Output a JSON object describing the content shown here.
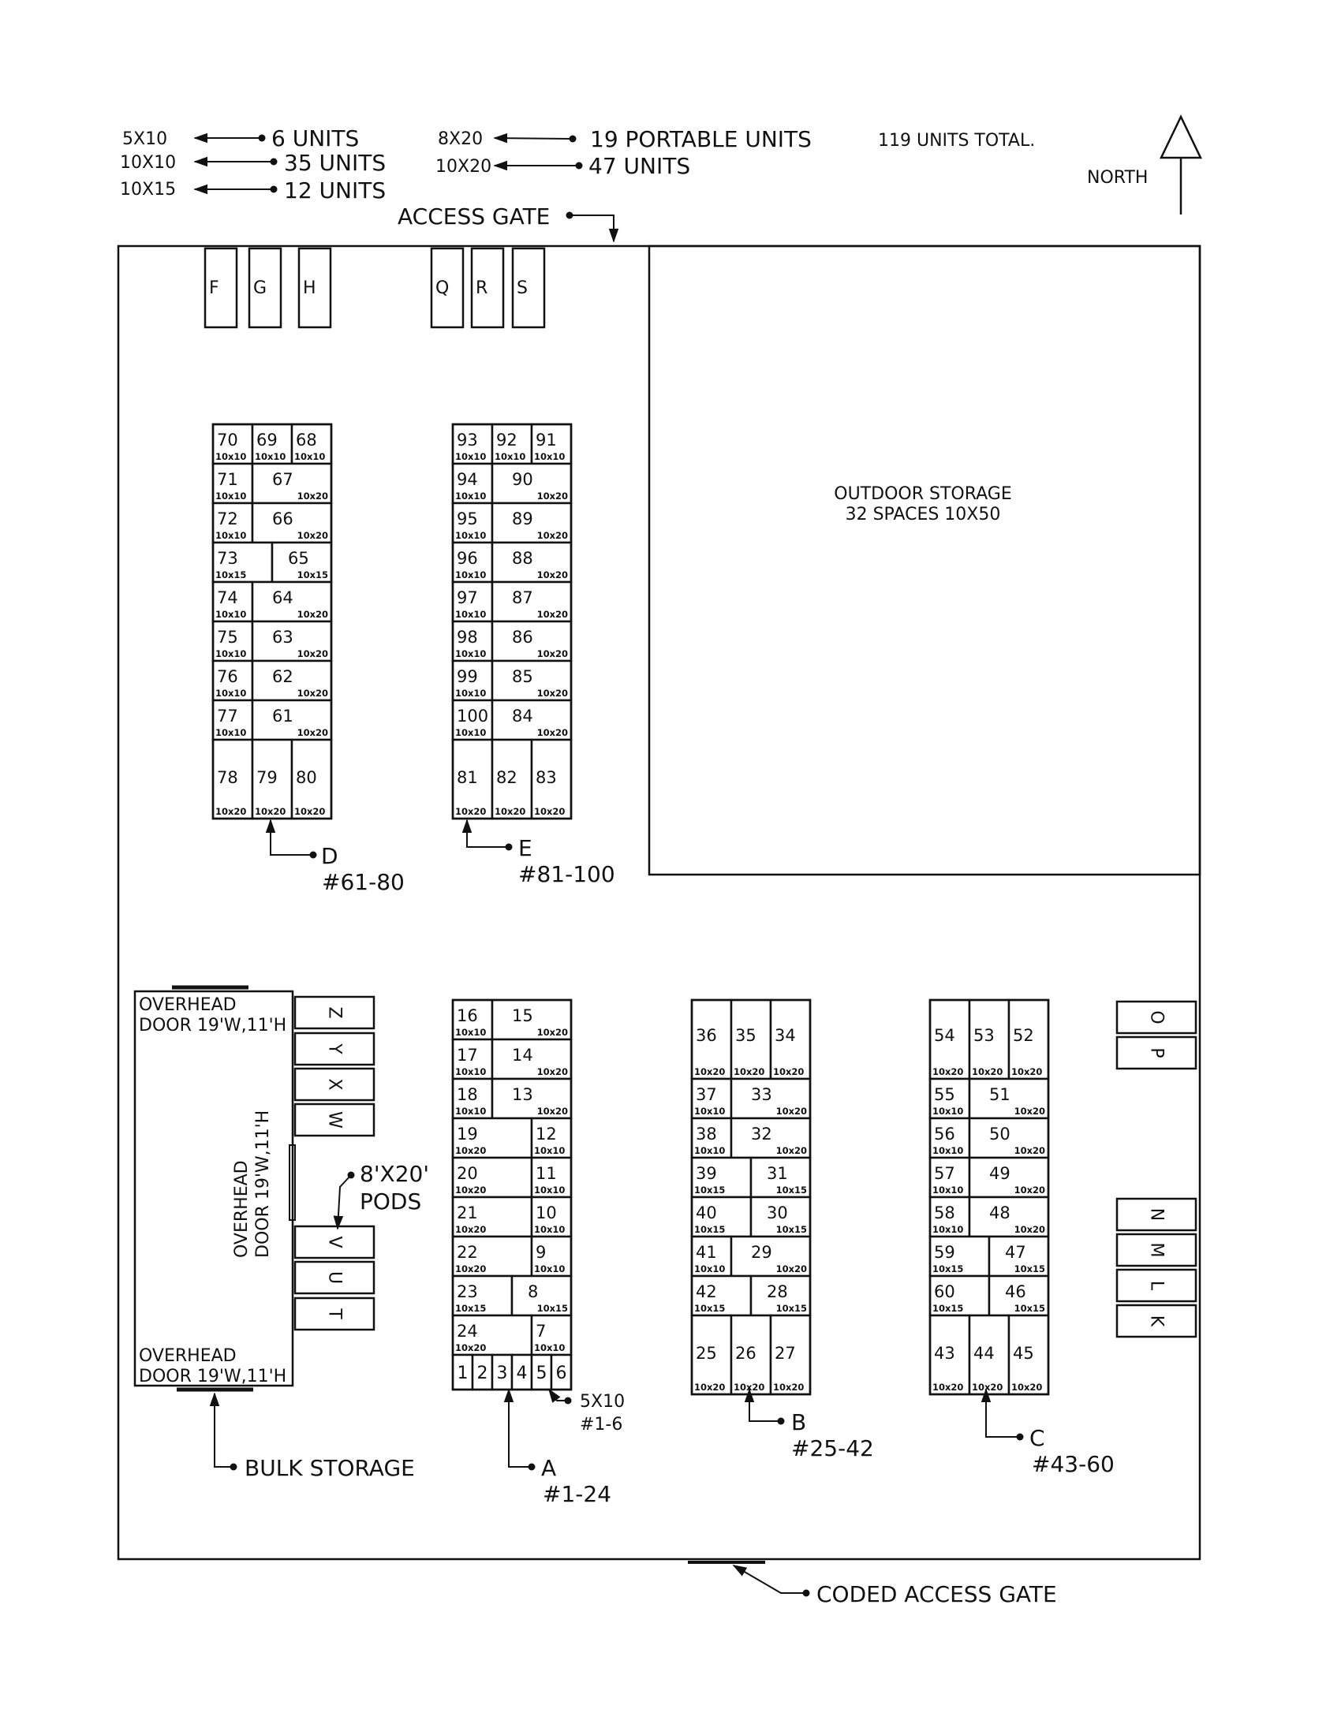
{
  "legend": {
    "rows": [
      {
        "size": "5X10",
        "count": "6 UNITS"
      },
      {
        "size": "10X10",
        "count": "35 UNITS"
      },
      {
        "size": "10X15",
        "count": "12 UNITS"
      },
      {
        "size": "8X20",
        "count": "19 PORTABLE UNITS"
      },
      {
        "size": "10X20",
        "count": "47 UNITS"
      }
    ],
    "total": "119 UNITS TOTAL.",
    "north": "NORTH"
  },
  "labels": {
    "access_gate": "ACCESS GATE",
    "coded_access_gate": "CODED ACCESS GATE",
    "outdoor_storage_1": "OUTDOOR STORAGE",
    "outdoor_storage_2": "32 SPACES 10X50",
    "bulk_storage": "BULK STORAGE",
    "overhead_top_1": "OVERHEAD",
    "overhead_top_2": "DOOR 19'W,11'H",
    "overhead_side_1": "OVERHEAD",
    "overhead_side_2": "DOOR 19'W,11'H",
    "overhead_bottom_1": "OVERHEAD",
    "overhead_bottom_2": "DOOR 19'W,11'H",
    "pods_1": "8'X20'",
    "pods_2": "PODS",
    "five_by_ten_1": "5X10",
    "five_by_ten_2": "#1-6"
  },
  "buildings": [
    {
      "letter": "D",
      "range": "#61-80"
    },
    {
      "letter": "E",
      "range": "#81-100"
    },
    {
      "letter": "A",
      "range": "#1-24"
    },
    {
      "letter": "B",
      "range": "#25-42"
    },
    {
      "letter": "C",
      "range": "#43-60"
    }
  ],
  "portable_top": [
    "F",
    "G",
    "H",
    "Q",
    "R",
    "S"
  ],
  "portable_west": [
    "Z",
    "Y",
    "X",
    "W",
    "V",
    "U",
    "T"
  ],
  "portable_east": [
    "O",
    "P",
    "N",
    "M",
    "L",
    "K"
  ],
  "unit_blocks": {
    "D": [
      [
        {
          "n": "70",
          "s": "10x10"
        },
        {
          "n": "69",
          "s": "10x10"
        },
        {
          "n": "68",
          "s": "10x10"
        }
      ],
      [
        {
          "n": "71",
          "s": "10x10"
        },
        {
          "n": "67",
          "s": "10x20"
        }
      ],
      [
        {
          "n": "72",
          "s": "10x10"
        },
        {
          "n": "66",
          "s": "10x20"
        }
      ],
      [
        {
          "n": "73",
          "s": "10x15"
        },
        {
          "n": "65",
          "s": "10x15"
        }
      ],
      [
        {
          "n": "74",
          "s": "10x10"
        },
        {
          "n": "64",
          "s": "10x20"
        }
      ],
      [
        {
          "n": "75",
          "s": "10x10"
        },
        {
          "n": "63",
          "s": "10x20"
        }
      ],
      [
        {
          "n": "76",
          "s": "10x10"
        },
        {
          "n": "62",
          "s": "10x20"
        }
      ],
      [
        {
          "n": "77",
          "s": "10x10"
        },
        {
          "n": "61",
          "s": "10x20"
        }
      ],
      [
        {
          "n": "78",
          "s": "10x20"
        },
        {
          "n": "79",
          "s": "10x20"
        },
        {
          "n": "80",
          "s": "10x20"
        }
      ]
    ],
    "E": [
      [
        {
          "n": "93",
          "s": "10x10"
        },
        {
          "n": "92",
          "s": "10x10"
        },
        {
          "n": "91",
          "s": "10x10"
        }
      ],
      [
        {
          "n": "94",
          "s": "10x10"
        },
        {
          "n": "90",
          "s": "10x20"
        }
      ],
      [
        {
          "n": "95",
          "s": "10x10"
        },
        {
          "n": "89",
          "s": "10x20"
        }
      ],
      [
        {
          "n": "96",
          "s": "10x10"
        },
        {
          "n": "88",
          "s": "10x20"
        }
      ],
      [
        {
          "n": "97",
          "s": "10x10"
        },
        {
          "n": "87",
          "s": "10x20"
        }
      ],
      [
        {
          "n": "98",
          "s": "10x10"
        },
        {
          "n": "86",
          "s": "10x20"
        }
      ],
      [
        {
          "n": "99",
          "s": "10x10"
        },
        {
          "n": "85",
          "s": "10x20"
        }
      ],
      [
        {
          "n": "100",
          "s": "10x10"
        },
        {
          "n": "84",
          "s": "10x20"
        }
      ],
      [
        {
          "n": "81",
          "s": "10x20"
        },
        {
          "n": "82",
          "s": "10x20"
        },
        {
          "n": "83",
          "s": "10x20"
        }
      ]
    ],
    "A": [
      [
        {
          "n": "16",
          "s": "10x10"
        },
        {
          "n": "15",
          "s": "10x20"
        }
      ],
      [
        {
          "n": "17",
          "s": "10x10"
        },
        {
          "n": "14",
          "s": "10x20"
        }
      ],
      [
        {
          "n": "18",
          "s": "10x10"
        },
        {
          "n": "13",
          "s": "10x20"
        }
      ],
      [
        {
          "n": "19",
          "s": "10x20"
        },
        {
          "n": "12",
          "s": "10x10"
        }
      ],
      [
        {
          "n": "20",
          "s": "10x20"
        },
        {
          "n": "11",
          "s": "10x10"
        }
      ],
      [
        {
          "n": "21",
          "s": "10x20"
        },
        {
          "n": "10",
          "s": "10x10"
        }
      ],
      [
        {
          "n": "22",
          "s": "10x20"
        },
        {
          "n": "9",
          "s": "10x10"
        }
      ],
      [
        {
          "n": "23",
          "s": "10x15"
        },
        {
          "n": "8",
          "s": "10x15"
        }
      ],
      [
        {
          "n": "24",
          "s": "10x20"
        },
        {
          "n": "7",
          "s": "10x10"
        }
      ],
      [
        {
          "n": "1",
          "s": ""
        },
        {
          "n": "2",
          "s": ""
        },
        {
          "n": "3",
          "s": ""
        },
        {
          "n": "4",
          "s": ""
        },
        {
          "n": "5",
          "s": ""
        },
        {
          "n": "6",
          "s": ""
        }
      ]
    ],
    "B": [
      [
        {
          "n": "36",
          "s": "10x20"
        },
        {
          "n": "35",
          "s": "10x20"
        },
        {
          "n": "34",
          "s": "10x20"
        }
      ],
      [
        {
          "n": "37",
          "s": "10x10"
        },
        {
          "n": "33",
          "s": "10x20"
        }
      ],
      [
        {
          "n": "38",
          "s": "10x10"
        },
        {
          "n": "32",
          "s": "10x20"
        }
      ],
      [
        {
          "n": "39",
          "s": "10x15"
        },
        {
          "n": "31",
          "s": "10x15"
        }
      ],
      [
        {
          "n": "40",
          "s": "10x15"
        },
        {
          "n": "30",
          "s": "10x15"
        }
      ],
      [
        {
          "n": "41",
          "s": "10x10"
        },
        {
          "n": "29",
          "s": "10x20"
        }
      ],
      [
        {
          "n": "42",
          "s": "10x15"
        },
        {
          "n": "28",
          "s": "10x15"
        }
      ],
      [
        {
          "n": "25",
          "s": "10x20"
        },
        {
          "n": "26",
          "s": "10x20"
        },
        {
          "n": "27",
          "s": "10x20"
        }
      ]
    ],
    "C": [
      [
        {
          "n": "54",
          "s": "10x20"
        },
        {
          "n": "53",
          "s": "10x20"
        },
        {
          "n": "52",
          "s": "10x20"
        }
      ],
      [
        {
          "n": "55",
          "s": "10x10"
        },
        {
          "n": "51",
          "s": "10x20"
        }
      ],
      [
        {
          "n": "56",
          "s": "10x10"
        },
        {
          "n": "50",
          "s": "10x20"
        }
      ],
      [
        {
          "n": "57",
          "s": "10x10"
        },
        {
          "n": "49",
          "s": "10x20"
        }
      ],
      [
        {
          "n": "58",
          "s": "10x10"
        },
        {
          "n": "48",
          "s": "10x20"
        }
      ],
      [
        {
          "n": "59",
          "s": "10x15"
        },
        {
          "n": "47",
          "s": "10x15"
        }
      ],
      [
        {
          "n": "60",
          "s": "10x15"
        },
        {
          "n": "46",
          "s": "10x15"
        }
      ],
      [
        {
          "n": "43",
          "s": "10x20"
        },
        {
          "n": "44",
          "s": "10x20"
        },
        {
          "n": "45",
          "s": "10x20"
        }
      ]
    ]
  }
}
